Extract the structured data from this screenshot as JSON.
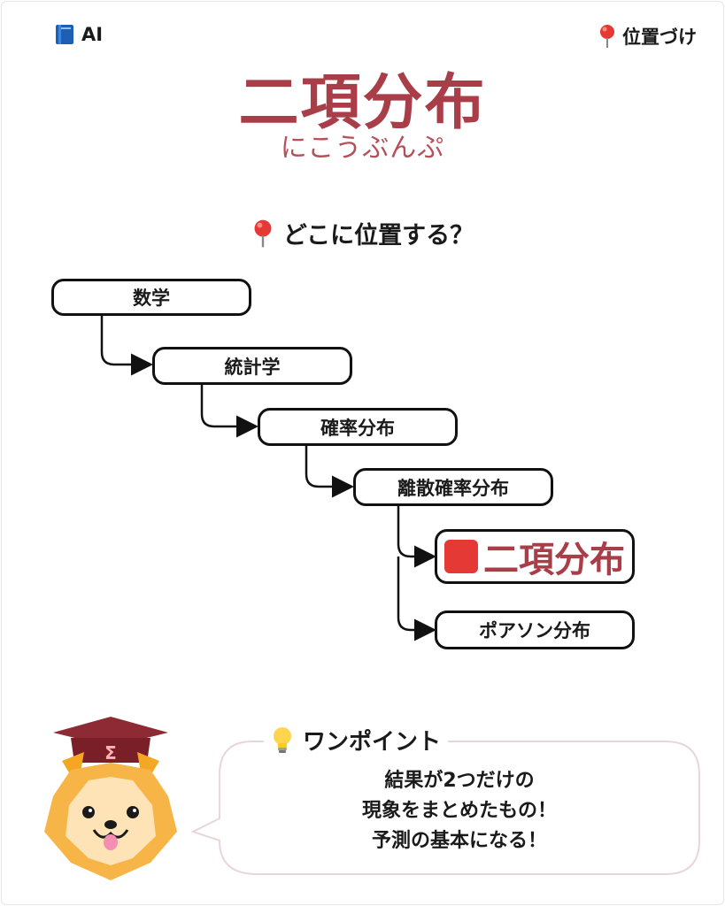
{
  "header": {
    "left_icon": "book-icon",
    "left_label": "AI",
    "right_icon": "pin-icon",
    "right_label": "位置づけ"
  },
  "title": "二項分布",
  "reading": "にこうぶんぷ",
  "section": {
    "icon": "pin-icon",
    "heading": "どこに位置する？"
  },
  "hierarchy": [
    {
      "label": "数学"
    },
    {
      "label": "統計学"
    },
    {
      "label": "確率分布"
    },
    {
      "label": "離散確率分布"
    },
    {
      "label": "二項分布",
      "highlight": true,
      "icon": "red-square-icon"
    },
    {
      "label": "ポアソン分布"
    }
  ],
  "tip": {
    "icon": "lightbulb-icon",
    "heading": "ワンポイント",
    "lines": [
      "結果が2つだけの",
      "現象をまとめたもの！",
      "予測の基本になる！"
    ]
  },
  "mascot": {
    "hat_symbol": "Σ"
  },
  "colors": {
    "accent": "#a93e48",
    "highlight_square": "#e53935",
    "bubble_border": "#e8d6d8"
  }
}
